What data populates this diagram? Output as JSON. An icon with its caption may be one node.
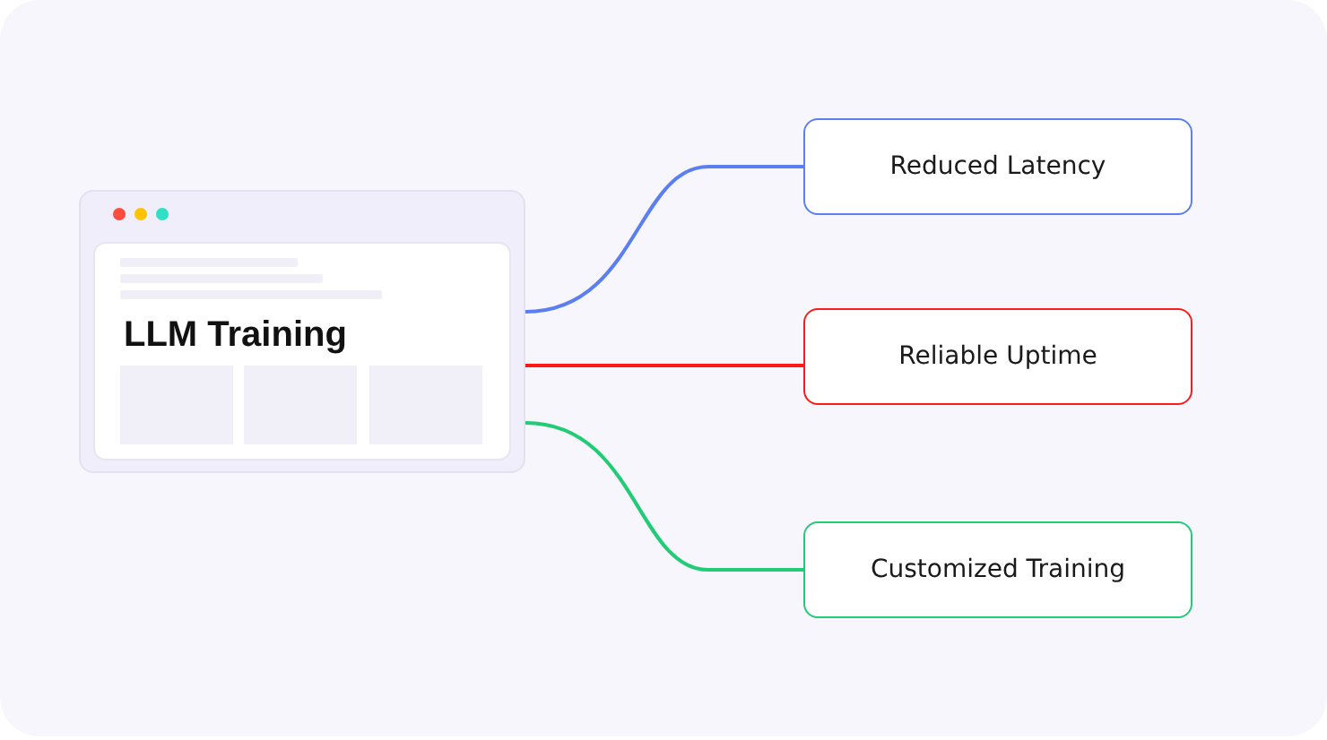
{
  "diagram": {
    "nodes": [
      {
        "text": [
          "LLM Training"
        ]
      },
      {
        "text": [
          "Reduced Latency"
        ]
      },
      {
        "text": [
          "Reliable Uptime"
        ]
      },
      {
        "text": [
          "Customized Training"
        ]
      }
    ],
    "edges": [
      {
        "from": 0,
        "to": 1,
        "arrow": "none",
        "color": "#5b7ff0"
      },
      {
        "from": 0,
        "to": 2,
        "arrow": "none",
        "color": "#ff1a1a"
      },
      {
        "from": 0,
        "to": 3,
        "arrow": "none",
        "color": "#22cc77"
      }
    ]
  }
}
